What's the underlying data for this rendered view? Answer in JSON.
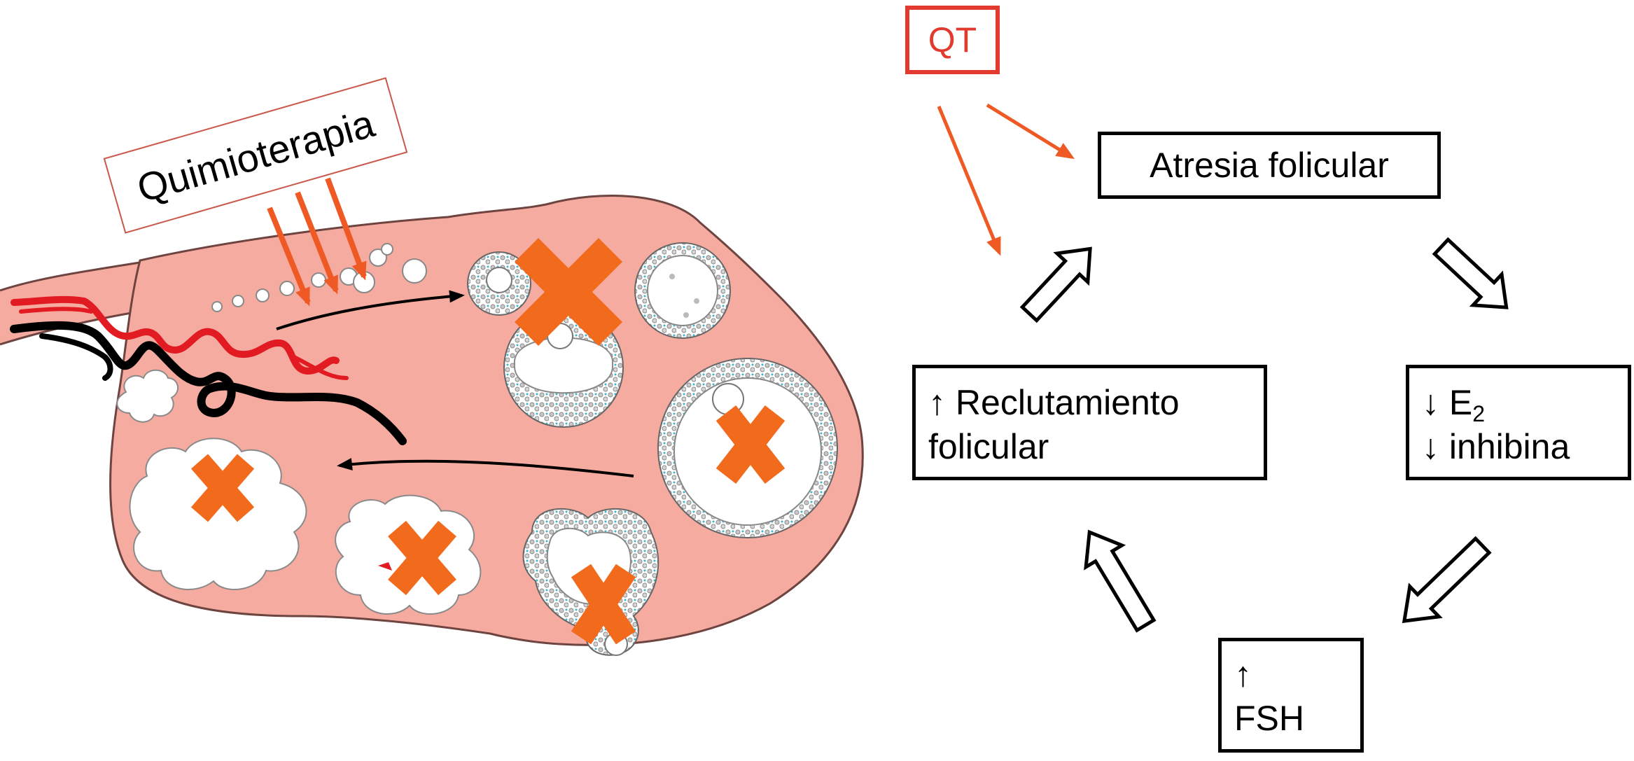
{
  "diagram": {
    "left_label": "Quimioterapia",
    "qt_label": "QT",
    "nodes": {
      "atresia": {
        "text": "Atresia folicular"
      },
      "reclutamiento": {
        "arrow": "↑",
        "line1": "Reclutamiento",
        "line2": "folicular"
      },
      "e2_inhibina": {
        "arrow1": "↓",
        "e": "E",
        "sub": "2",
        "arrow2": "↓",
        "inhibina": "inhibina"
      },
      "fsh": {
        "arrow": "↑",
        "label": "FSH"
      }
    },
    "colors": {
      "ovary_fill": "#f5aba0",
      "ovary_outline": "#6e4440",
      "chemo_arrow": "#ef5a24",
      "x_mark": "#f26a1b",
      "qt_border": "#e23a2e",
      "vessel_red": "#e21b23",
      "vessel_black": "#000000"
    }
  }
}
